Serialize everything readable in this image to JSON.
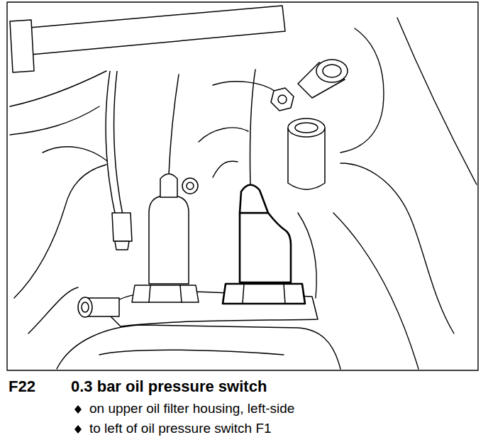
{
  "diagram": {
    "labels": [
      "F22",
      "0.3 bar oil pressure switch",
      "on upper oil filter housing, left-side",
      "to left of oil pressure switch F1"
    ]
  }
}
